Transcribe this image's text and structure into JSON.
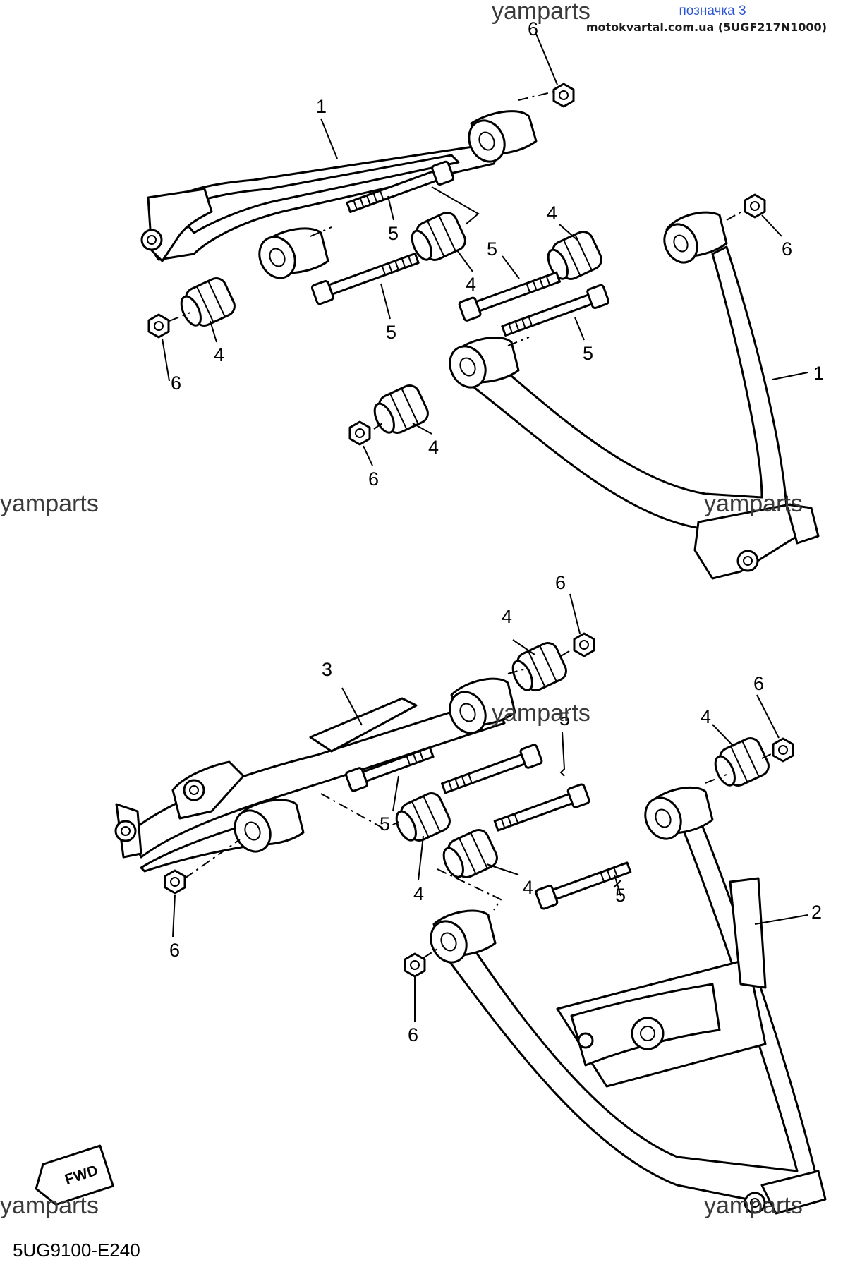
{
  "header": {
    "label": "позначка 3",
    "site": "motokvartal.com.ua (5UGF217N1000)"
  },
  "watermark": "yamparts",
  "diagram_code": "5UG9100-E240",
  "fwd_label": "FWD",
  "callouts": {
    "c1a": "1",
    "c1b": "1",
    "c2": "2",
    "c3": "3",
    "c4a": "4",
    "c4b": "4",
    "c4c": "4",
    "c4d": "4",
    "c4e": "4",
    "c4f": "4",
    "c4g": "4",
    "c4h": "4",
    "c5a": "5",
    "c5b": "5",
    "c5c": "5",
    "c5d": "5",
    "c5e": "5",
    "c5f": "5",
    "c6a": "6",
    "c6b": "6",
    "c6c": "6",
    "c6d": "6",
    "c6e": "6",
    "c6f": "6",
    "c6g": "6",
    "c6h": "6"
  }
}
